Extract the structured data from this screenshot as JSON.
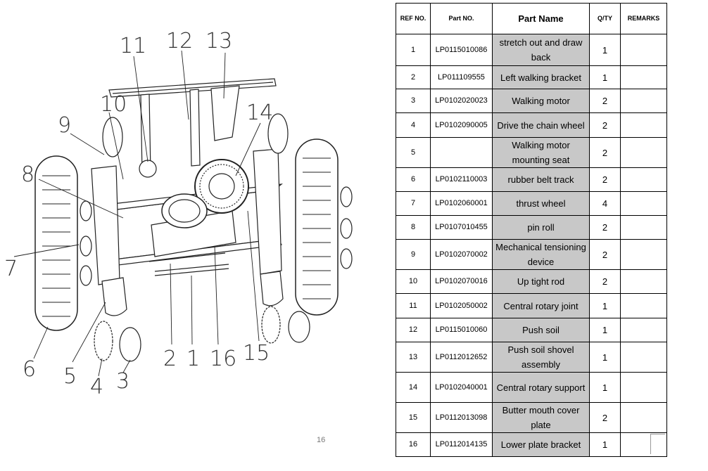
{
  "drawing": {
    "callouts": [
      "11",
      "12",
      "13",
      "10",
      "14",
      "9",
      "8",
      "7",
      "6",
      "5",
      "4",
      "3",
      "2",
      "1",
      "16",
      "15"
    ]
  },
  "page_number": "16",
  "table": {
    "headers": [
      "REF NO.",
      "Part NO.",
      "Part Name",
      "Q/TY",
      "REMARKS"
    ],
    "rows": [
      {
        "ref": "1",
        "part_no": "LP0115010086",
        "name": "stretch out and draw back",
        "qty": "1",
        "remarks": ""
      },
      {
        "ref": "2",
        "part_no": "LP011109555",
        "name": "Left walking bracket",
        "qty": "1",
        "remarks": ""
      },
      {
        "ref": "3",
        "part_no": "LP0102020023",
        "name": "Walking motor",
        "qty": "2",
        "remarks": ""
      },
      {
        "ref": "4",
        "part_no": "LP0102090005",
        "name": "Drive the chain wheel",
        "qty": "2",
        "remarks": ""
      },
      {
        "ref": "5",
        "part_no": "",
        "name": "Walking motor mounting seat",
        "qty": "2",
        "remarks": ""
      },
      {
        "ref": "6",
        "part_no": "LP0102110003",
        "name": "rubber belt track",
        "qty": "2",
        "remarks": ""
      },
      {
        "ref": "7",
        "part_no": "LP0102060001",
        "name": "thrust wheel",
        "qty": "4",
        "remarks": ""
      },
      {
        "ref": "8",
        "part_no": "LP0107010455",
        "name": "pin roll",
        "qty": "2",
        "remarks": ""
      },
      {
        "ref": "9",
        "part_no": "LP0102070002",
        "name": "Mechanical tensioning device",
        "qty": "2",
        "remarks": ""
      },
      {
        "ref": "10",
        "part_no": "LP0102070016",
        "name": "Up tight rod",
        "qty": "2",
        "remarks": ""
      },
      {
        "ref": "11",
        "part_no": "LP0102050002",
        "name": "Central rotary joint",
        "qty": "1",
        "remarks": ""
      },
      {
        "ref": "12",
        "part_no": "LP0115010060",
        "name": "Push soil",
        "qty": "1",
        "remarks": ""
      },
      {
        "ref": "13",
        "part_no": "LP0112012652",
        "name": "Push soil shovel assembly",
        "qty": "1",
        "remarks": ""
      },
      {
        "ref": "14",
        "part_no": "LP0102040001",
        "name": "Central rotary support",
        "qty": "1",
        "remarks": ""
      },
      {
        "ref": "15",
        "part_no": "LP0112013098",
        "name": "Butter mouth cover plate",
        "qty": "2",
        "remarks": ""
      },
      {
        "ref": "16",
        "part_no": "LP0112014135",
        "name": "Lower plate bracket",
        "qty": "1",
        "remarks": ""
      }
    ]
  }
}
